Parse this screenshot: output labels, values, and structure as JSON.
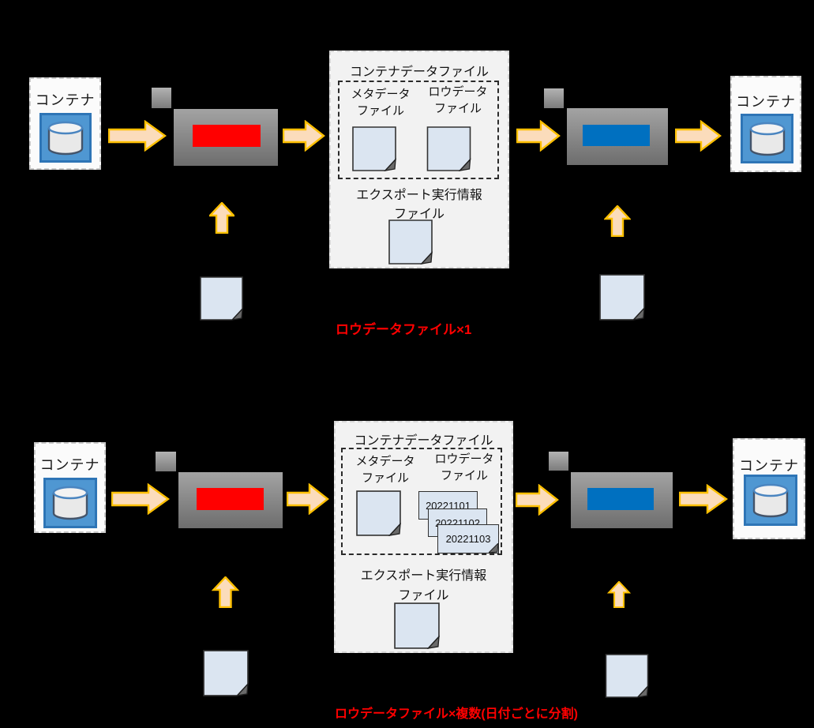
{
  "colors": {
    "background": "#000000",
    "arrow_fill": "#fbdcbb",
    "arrow_stroke": "#ffc000",
    "export_accent": "#ff0000",
    "import_accent": "#0070c0",
    "container_blue": "#4f97d2",
    "container_blue_border": "#2e75b6",
    "file_fill": "#dbe5f1",
    "tool_gray": "#8a8a8a",
    "note_red": "#ff0000"
  },
  "diagram1": {
    "source_container": {
      "label": "コンテナ"
    },
    "target_container": {
      "label": "コンテナ"
    },
    "files_box": {
      "title": "コンテナデータファイル",
      "meta_label": [
        "メタデータ",
        "ファイル"
      ],
      "row_label": [
        "ロウデータ",
        "ファイル"
      ],
      "export_info_label": [
        "エクスポート実行情報",
        "ファイル"
      ]
    },
    "note": "ロウデータファイル×1"
  },
  "diagram2": {
    "source_container": {
      "label": "コンテナ"
    },
    "target_container": {
      "label": "コンテナ"
    },
    "files_box": {
      "title": "コンテナデータファイル",
      "meta_label": [
        "メタデータ",
        "ファイル"
      ],
      "row_label": [
        "ロウデータ",
        "ファイル"
      ],
      "dates": [
        "20221101",
        "20221102",
        "20221103"
      ],
      "export_info_label": [
        "エクスポート実行情報",
        "ファイル"
      ]
    },
    "note": "ロウデータファイル×複数(日付ごとに分割)"
  }
}
